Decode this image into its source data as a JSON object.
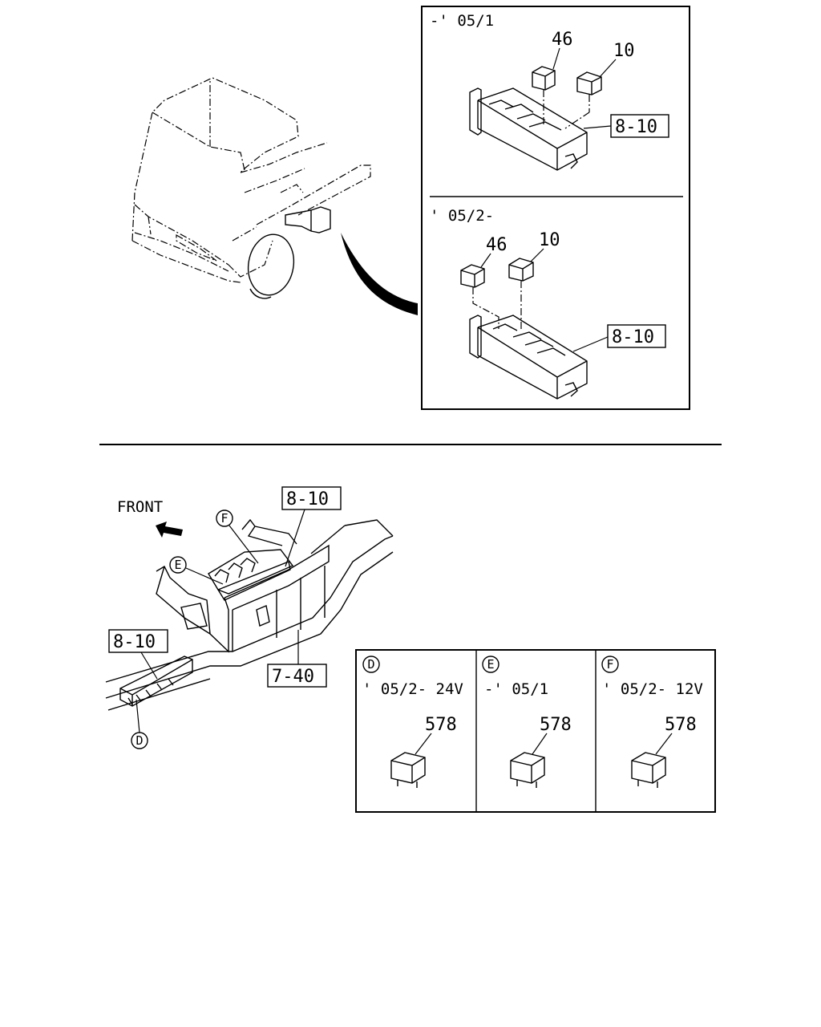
{
  "top_inset": {
    "upper": {
      "period": "-' 05/1",
      "callouts": {
        "relay_a": "46",
        "relay_b": "10",
        "fuse_box": "8-10"
      }
    },
    "lower": {
      "period": "' 05/2-",
      "callouts": {
        "relay_a": "46",
        "relay_b": "10",
        "fuse_box": "8-10"
      }
    }
  },
  "chassis": {
    "front_label": "FRONT",
    "callouts": {
      "relay_box": "8-10",
      "frame_fuse_box": "8-10",
      "bracket": "7-40"
    },
    "markers": {
      "d": "D",
      "e": "E",
      "f": "F"
    }
  },
  "relay_table": {
    "columns": [
      {
        "marker": "D",
        "period": "' 05/2- 24V",
        "part": "578"
      },
      {
        "marker": "E",
        "period": "-' 05/1",
        "part": "578"
      },
      {
        "marker": "F",
        "period": "' 05/2- 12V",
        "part": "578"
      }
    ]
  }
}
